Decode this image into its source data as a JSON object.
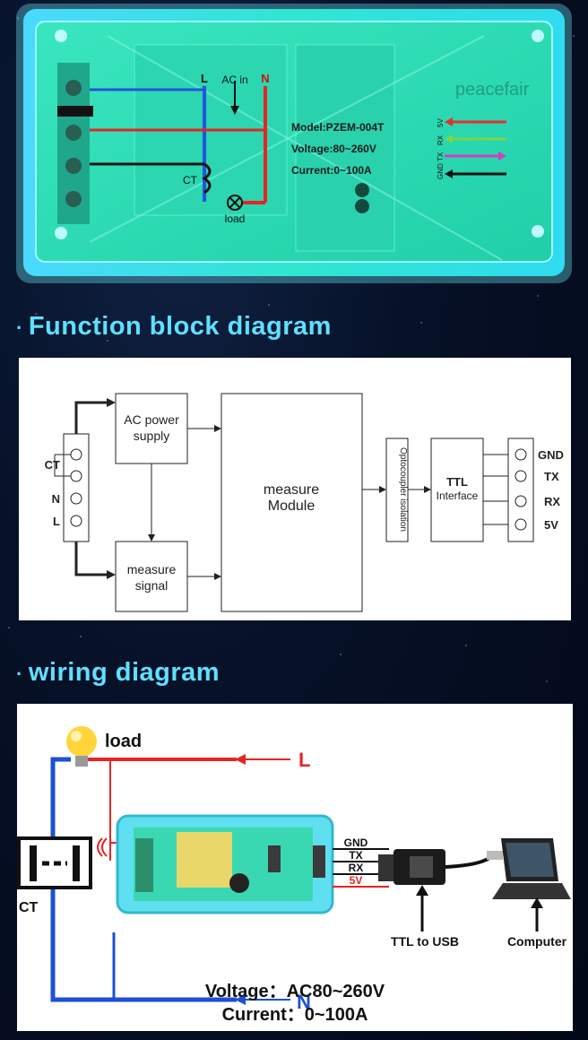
{
  "photo": {
    "brand": "peacefair",
    "model": "Model:PZEM-004T",
    "voltage": "Voltage:80~260V",
    "current": "Current:0~100A",
    "label_l": "L",
    "label_n": "N",
    "label_ac_in": "AC in",
    "label_ct": "CT",
    "label_load": "load",
    "pins": [
      "5V",
      "RX",
      "TX",
      "GND"
    ]
  },
  "function_title": "Function block diagram",
  "function_diagram": {
    "ac_power_supply": [
      "AC power",
      "supply"
    ],
    "measure_signal": [
      "measure",
      "signal"
    ],
    "measure_module": [
      "measure",
      "Module"
    ],
    "optocoupler": "Optocoupler isolation",
    "ttl": "TTL",
    "interface": "Interface",
    "left_labels": [
      "CT",
      "N",
      "L"
    ],
    "right_labels": [
      "GND",
      "TX",
      "RX",
      "5V"
    ]
  },
  "wiring_title": "wiring diagram",
  "wiring_diagram": {
    "load": "load",
    "l": "L",
    "n": "N",
    "ct": "CT",
    "signals": [
      "GND",
      "TX",
      "RX",
      "5V"
    ],
    "ttl_to_usb": "TTL to USB",
    "computer": "Computer",
    "voltage": "Voltage：AC80~260V",
    "current": "Current：0~100A"
  },
  "colors": {
    "title": "#5fe0ff",
    "board": "#2fe0c0",
    "live": "#e52424",
    "neutral": "#1f4fd4"
  }
}
